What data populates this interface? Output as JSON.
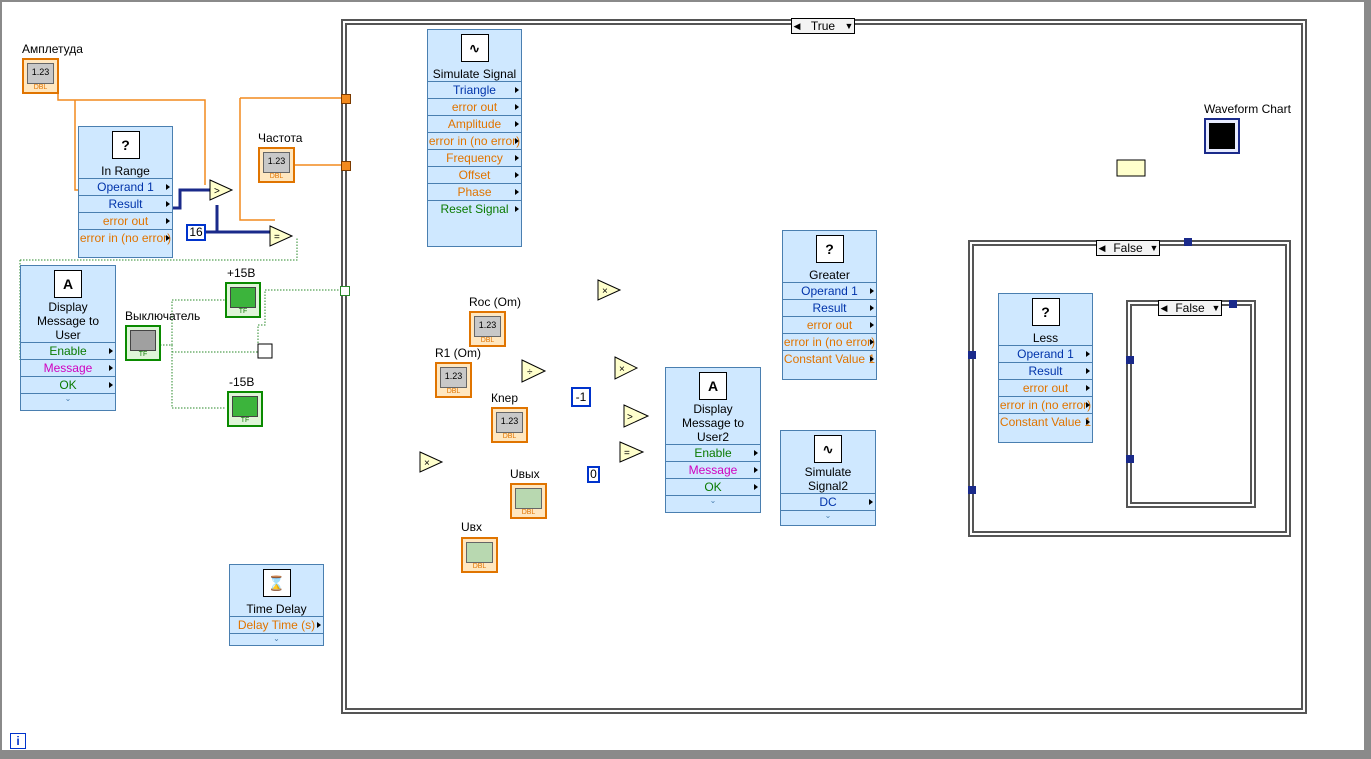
{
  "case_outer": {
    "selector": "True"
  },
  "case_mid": {
    "selector": "False"
  },
  "case_inner": {
    "selector": "False"
  },
  "labels": {
    "amplitude": "Амплетуда",
    "frequency": "Частота",
    "switch": "Выключатель",
    "plus15": "+15В",
    "minus15": "-15В",
    "roc": "Roc (Om)",
    "r1": "R1 (Om)",
    "kner": "Кnep",
    "uout": "Uвых",
    "uin": "Uвх",
    "waveform": "Waveform Chart"
  },
  "constants": {
    "c16": "16",
    "cneg1": "-1",
    "c0": "0"
  },
  "nodes": {
    "in_range": {
      "title": "In Range",
      "rows": [
        "Operand 1",
        "Result",
        "error out",
        "error in (no error)"
      ]
    },
    "simulate_signal": {
      "title": "Simulate Signal",
      "rows": [
        "Triangle",
        "error out",
        "Amplitude",
        "error in (no error)",
        "Frequency",
        "Offset",
        "Phase",
        "Reset Signal"
      ]
    },
    "display1": {
      "title": "Display Message to User",
      "rows": [
        "Enable",
        "Message",
        "OK"
      ]
    },
    "display2": {
      "title": "Display Message to User2",
      "rows": [
        "Enable",
        "Message",
        "OK"
      ]
    },
    "greater": {
      "title": "Greater",
      "rows": [
        "Operand 1",
        "Result",
        "error out",
        "error in (no error)",
        "Constant Value 1"
      ]
    },
    "less": {
      "title": "Less",
      "rows": [
        "Operand 1",
        "Result",
        "error out",
        "error in (no error)",
        "Constant Value 1"
      ]
    },
    "simulate_signal2": {
      "title": "Simulate Signal2",
      "rows": [
        "DC"
      ]
    },
    "time_delay": {
      "title": "Time Delay",
      "rows": [
        "Delay Time (s)"
      ]
    }
  },
  "ctl_text": "1.23",
  "dbl_text": "DBL",
  "tf_text": "TF",
  "info_text": "i",
  "colors": {
    "wire_orange": "#f28a1e",
    "wire_blue": "#1a2a8a",
    "wire_green": "#2a8a2a",
    "node_fill": "#cfe8ff"
  }
}
